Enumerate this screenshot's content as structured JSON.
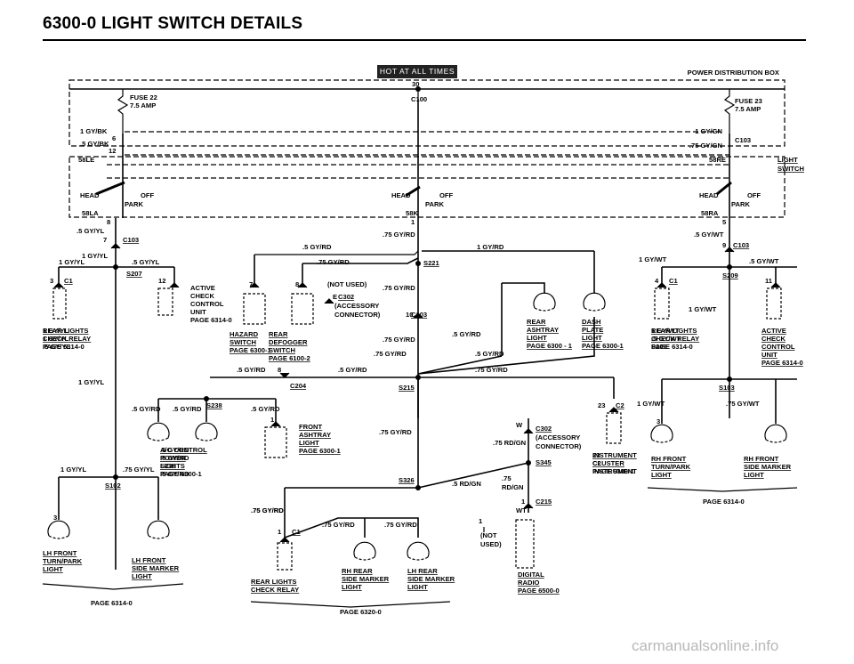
{
  "title": "6300-0   LIGHT SWITCH DETAILS",
  "banner": "HOT AT ALL TIMES",
  "watermark": "carmanualsonline.info",
  "boxes": {
    "pdb": "POWER DISTRIBUTION BOX",
    "light_switch": [
      "LIGHT",
      "SWITCH"
    ]
  },
  "fuses": {
    "f22": [
      "FUSE 22",
      "7.5 AMP"
    ],
    "f23": [
      "FUSE 23",
      "7.5 AMP"
    ]
  },
  "labels": {
    "l30": "30",
    "c100": "C100",
    "top_left_wires": [
      "1 GY/BK",
      "6",
      ".5 GY/BK",
      "12",
      "58LE"
    ],
    "top_right_wires": [
      "1 GY/GN",
      "C103",
      ".75 GY/GN",
      "58RE"
    ],
    "switch_left": [
      "HEAD",
      "OFF",
      "PARK",
      "58LA",
      "8",
      ".5 GY/YL",
      "7",
      "C103"
    ],
    "switch_mid": [
      "HEAD",
      "OFF",
      "PARK",
      "58K",
      "1",
      ".75 GY/RD"
    ],
    "switch_right": [
      "HEAD",
      "OFF",
      "PARK",
      "58RA",
      "5",
      ".5 GY/WT",
      "9",
      "C103"
    ],
    "left_col": [
      "1 GY/YL",
      "1 GY/YL",
      ".5 GY/YL",
      "S207",
      "3",
      "C1",
      "12",
      "REAR LIGHTS",
      "CHECK RELAY",
      "PAGE 6314-0",
      "1 GY/YL"
    ],
    "active_l": [
      "ACTIVE",
      "CHECK",
      "CONTROL",
      "UNIT",
      "PAGE 6314-0"
    ],
    "mid_top": [
      ".5 GY/RD",
      "1 GY/RD",
      ".75 GY/RD",
      "S221",
      "7",
      "8",
      "(NOT USED)",
      "E",
      "C302",
      "(ACCESSORY",
      "CONNECTOR)",
      ".75 GY/RD",
      "10",
      "C103",
      ".75 GY/RD",
      ".75 GY/RD",
      ".5 GY/RD",
      ".5 GY/RD"
    ],
    "hazard": [
      "HAZARD",
      "SWITCH",
      "PAGE 6300-1"
    ],
    "defogger": [
      "REAR",
      "DEFOGGER",
      "SWITCH",
      "PAGE 6100-2"
    ],
    "ashtray": [
      "REAR",
      "ASHTRAY",
      "LIGHT",
      "PAGE 6300 - 1"
    ],
    "dash": [
      "DASH",
      "PLATE",
      "LIGHT",
      "PAGE 6300-1"
    ],
    "mid_lower": [
      ".5 GY/RD",
      "8",
      ".5 GY/RD",
      "C204",
      "S215",
      ".75 GY/RD"
    ],
    "right_col": [
      "1 GY/WT",
      ".5 GY/WT",
      "S209",
      "4",
      "C1",
      "11",
      "1 GY/WT",
      "REAR LIGHTS",
      "CHECK RELAY",
      "PAGE 6314-0"
    ],
    "active_r": [
      "ACTIVE",
      "CHECK",
      "CONTROL",
      "UNIT",
      "PAGE 6314-0"
    ],
    "s103": [
      "S103",
      "1 GY/WT",
      ".75 GY/WT",
      "3"
    ],
    "rh_front": [
      "RH FRONT",
      "TURN/PARK",
      "LIGHT"
    ],
    "rh_side": [
      "RH FRONT",
      "SIDE MARKER",
      "LIGHT"
    ],
    "page_6314_r": "PAGE 6314-0",
    "cluster": [
      "23",
      "C2",
      "INSTRUMENT",
      "CLUSTER",
      "PAGE 6300-1"
    ],
    "c302b": [
      "W",
      "C302",
      "(ACCESSORY",
      "CONNECTOR)",
      ".75 RD/GN",
      "S345"
    ],
    "lower_mid": [
      ".5 GY/RD",
      ".5 GY/RD",
      "S238",
      ".5 GY/RD",
      "1",
      "A/C CONTROL",
      "POWER",
      "LIGHTS",
      "PAGE 6300-1"
    ],
    "front_ashtray": [
      "FRONT",
      "ASHTRAY",
      "LIGHT",
      "PAGE 6300-1"
    ],
    "s326": [
      "S326",
      ".75 GY/RD",
      ".5 RD/GN",
      ".75",
      "RD/GN",
      "1",
      "C215",
      "WT",
      "1",
      "(NOT",
      "USED)"
    ],
    "left_lower": [
      "1 GY/YL",
      ".75 GY/YL",
      "S102",
      "3"
    ],
    "lh_front": [
      "LH FRONT",
      "TURN/PARK",
      "LIGHT"
    ],
    "lh_side": [
      "LH FRONT",
      "SIDE MARKER",
      "LIGHT"
    ],
    "page_6314_l": "PAGE 6314-0",
    "bottom_mid": [
      ".75 GY/RD",
      "1",
      "C1",
      ".75 GY/RD",
      ".75 GY/RD",
      "REAR LIGHTS",
      "CHECK RELAY"
    ],
    "rh_rear": [
      "RH REAR",
      "SIDE MARKER",
      "LIGHT"
    ],
    "lh_rear": [
      "LH REAR",
      "SIDE MARKER",
      "LIGHT"
    ],
    "page_6320": "PAGE 6320-0",
    "digital": [
      "DIGITAL",
      "RADIO",
      "PAGE 6500-0"
    ]
  }
}
